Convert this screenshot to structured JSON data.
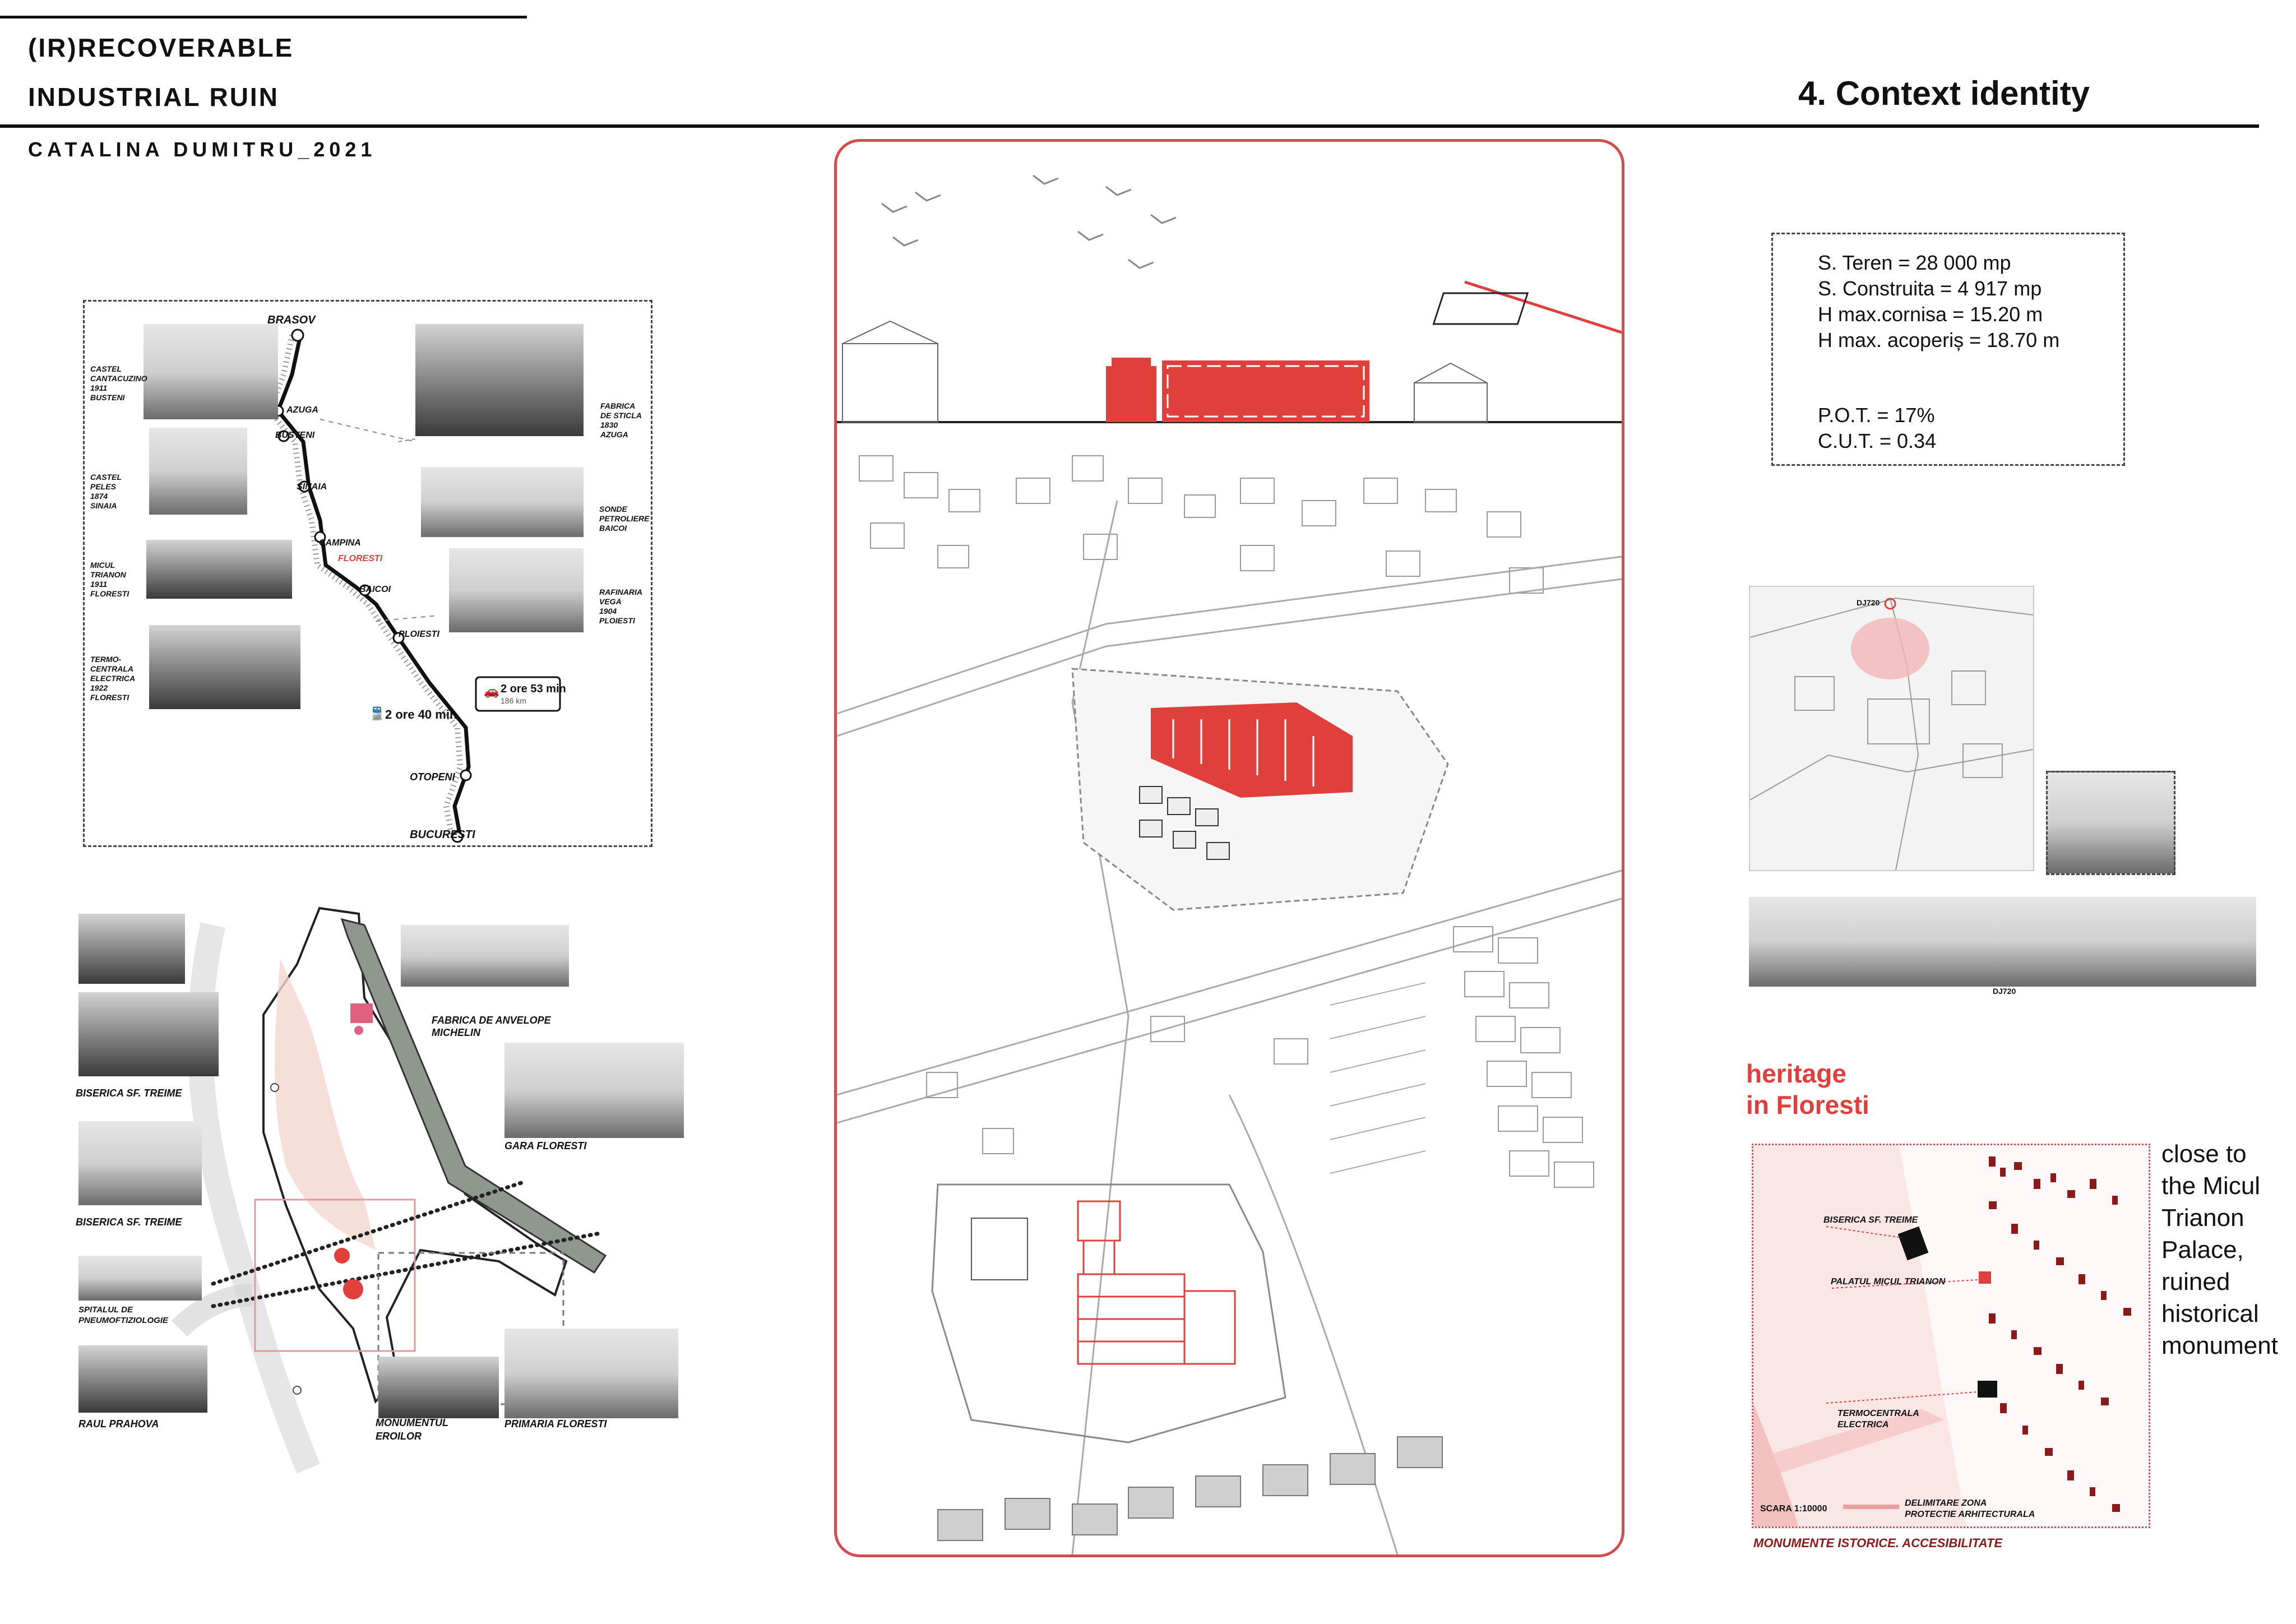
{
  "header": {
    "title_line1": "(IR)RECOVERABLE",
    "title_line2": "INDUSTRIAL RUIN",
    "author": "CATALINA DUMITRU_2021",
    "section_title": "4. Context identity"
  },
  "route_map": {
    "stations": [
      {
        "label": "BRASOV"
      },
      {
        "label": "AZUGA"
      },
      {
        "label": "BUSTENI"
      },
      {
        "label": "SINAIA"
      },
      {
        "label": "CAMPINA"
      },
      {
        "label": "FLORESTI"
      },
      {
        "label": "BAICOI"
      },
      {
        "label": "PLOIESTI"
      },
      {
        "label": "OTOPENI"
      },
      {
        "label": "BUCURESTI"
      }
    ],
    "landmarks_left": [
      {
        "lines": [
          "CASTEL",
          "CANTACUZINO",
          "1911",
          "BUSTENI"
        ]
      },
      {
        "lines": [
          "CASTEL",
          "PELES",
          "1874",
          "SINAIA"
        ]
      },
      {
        "lines": [
          "MICUL",
          "TRIANON",
          "1911",
          "FLORESTI"
        ]
      },
      {
        "lines": [
          "TERMO-",
          "CENTRALA",
          "ELECTRICA",
          "1922",
          "FLORESTI"
        ]
      }
    ],
    "landmarks_right": [
      {
        "lines": [
          "FABRICA",
          "DE STICLA",
          "1830",
          "AZUGA"
        ]
      },
      {
        "lines": [
          "SONDE",
          "PETROLIERE",
          "BAICOI"
        ]
      },
      {
        "lines": [
          "RAFINARIA",
          "VEGA",
          "1904",
          "PLOIESTI"
        ]
      }
    ],
    "car_time": "2 ore 53 min",
    "car_distance": "186 km",
    "train_time": "2 ore 40 min"
  },
  "floresti_map": {
    "labels": [
      "BISERICA SF. TREIME",
      "BISERICA SF. TREIME",
      "SPITALUL DE",
      "PNEUMOFTIZIOLOGIE",
      "RAUL PRAHOVA",
      "FABRICA DE ANVELOPE",
      "MICHELIN",
      "GARA FLORESTI",
      "MONUMENTUL",
      "EROILOR",
      "PRIMARIA FLORESTI"
    ]
  },
  "site_data": {
    "lines": [
      "S. Teren = 28 000 mp",
      "S. Construita = 4 917 mp",
      "H max.cornisa = 15.20 m",
      "H max. acoperiș = 18.70 m"
    ],
    "ratios": [
      "P.O.T. = 17%",
      "C.U.T. = 0.34"
    ]
  },
  "location_map": {
    "road_label_top": "DJ720",
    "road_label_bottom": "DJ720"
  },
  "heritage": {
    "title_line1": "heritage",
    "title_line2": "in Floresti",
    "side_text": [
      "close to",
      "the Micul",
      "Trianon",
      "Palace,",
      "ruined",
      "historical",
      "monument"
    ],
    "map_labels": [
      "BISERICA SF. TREIME",
      "PALATUL MICUL TRIANON",
      "TERMOCENTRALA",
      "ELECTRICA",
      "DELIMITARE ZONA",
      "PROTECTIE ARHITECTURALA",
      "SCARA 1:10000"
    ],
    "caption": "MONUMENTE ISTORICE. ACCESIBILITATE"
  },
  "colors": {
    "accent": "#e0403b",
    "ink": "#111111",
    "pale_red": "#f7d9d9"
  }
}
